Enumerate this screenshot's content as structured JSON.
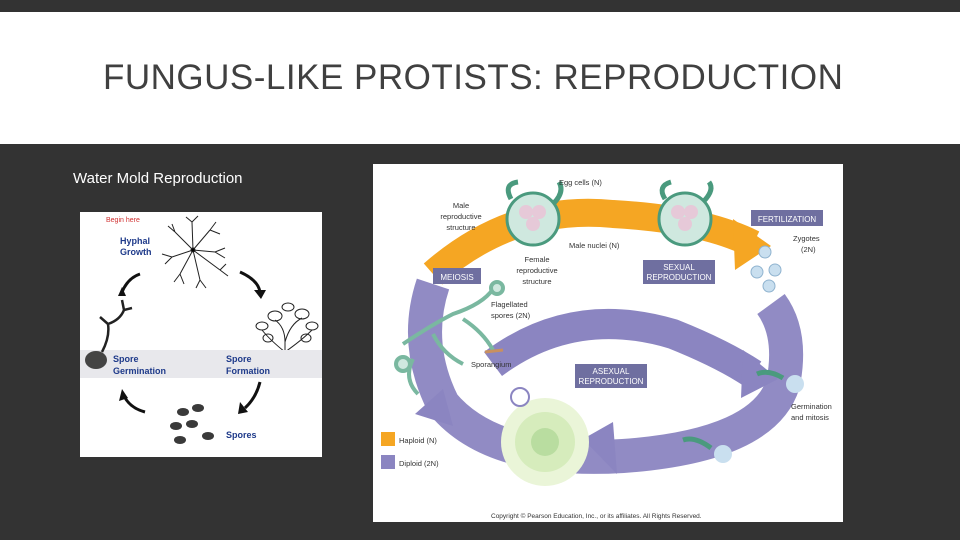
{
  "slide": {
    "title": "FUNGUS-LIKE PROTISTS: REPRODUCTION",
    "subtitle": "Water Mold Reproduction"
  },
  "left_diagram": {
    "begin_label": "Begin here",
    "stages": {
      "hyphal_growth": [
        "Hyphal",
        "Growth"
      ],
      "spore_formation": [
        "Spore",
        "Formation"
      ],
      "spores": "Spores",
      "spore_germination": [
        "Spore",
        "Germination"
      ]
    }
  },
  "right_diagram": {
    "labels": {
      "egg_cells": "Egg cells (N)",
      "male_structure": [
        "Male",
        "reproductive",
        "structure"
      ],
      "male_nuclei": "Male nuclei (N)",
      "female_structure": [
        "Female",
        "reproductive",
        "structure"
      ],
      "fertilization": "FERTILIZATION",
      "zygotes": [
        "Zygotes",
        "(2N)"
      ],
      "meiosis": "MEIOSIS",
      "sexual_reproduction": [
        "SEXUAL",
        "REPRODUCTION"
      ],
      "flagellated_spores": [
        "Flagellated",
        "spores (2N)"
      ],
      "sporangium": "Sporangium",
      "asexual_reproduction": [
        "ASEXUAL",
        "REPRODUCTION"
      ],
      "germination": [
        "Germination",
        "and mitosis"
      ],
      "copyright": "Copyright © Pearson Education, Inc., or its affiliates. All Rights Reserved."
    },
    "legend": {
      "haploid": "Haploid (N)",
      "diploid": "Diploid (2N)"
    },
    "colors": {
      "haploid": "#f5a623",
      "diploid": "#8b85c1",
      "label_box": "#6f6fa0",
      "teal": "#4a9a7e"
    }
  }
}
